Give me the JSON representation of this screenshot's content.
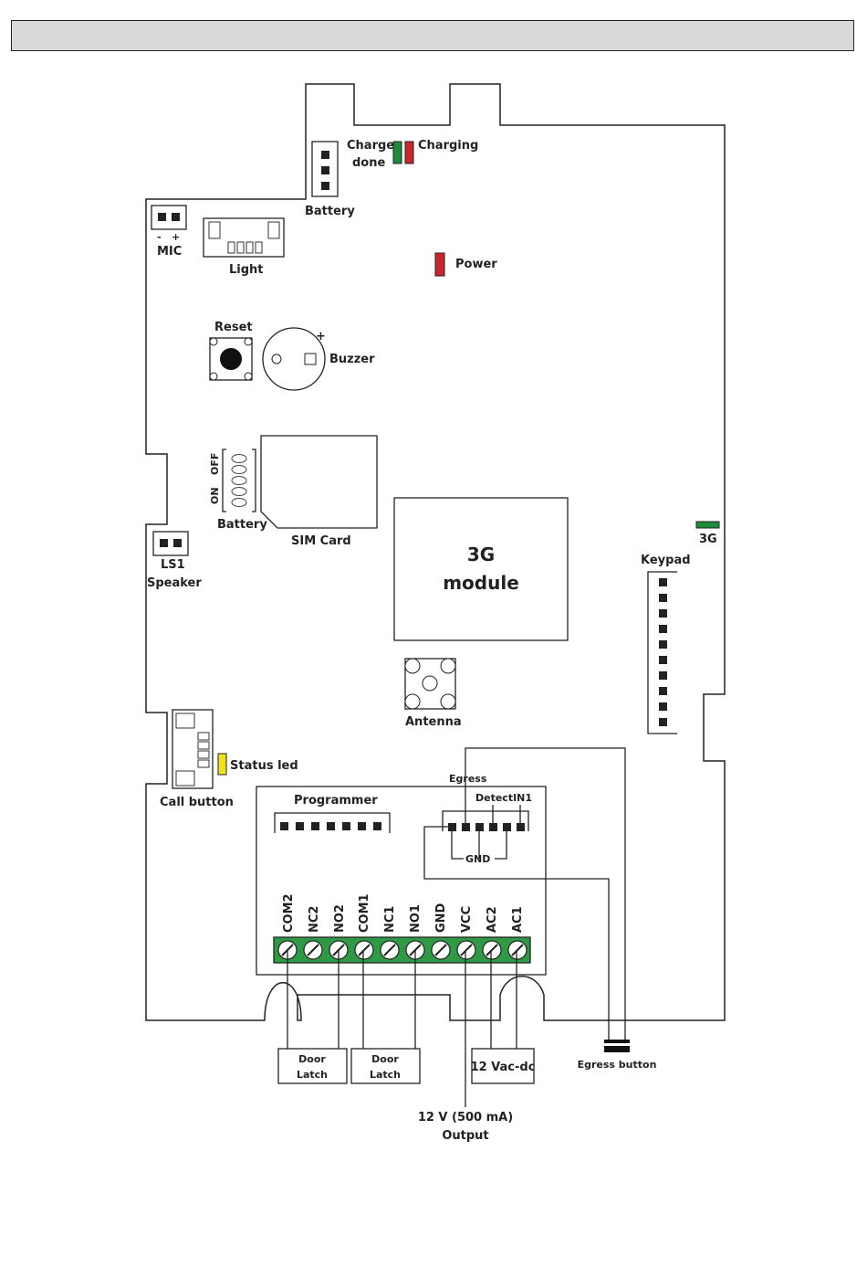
{
  "colors": {
    "led_green": "#1e8a3c",
    "led_red": "#c8262c",
    "led_yellow": "#f2e21a",
    "terminal_green": "#2e9a46",
    "header_bar": "#d9d9d9"
  },
  "labels": {
    "charge_done_1": "Charge",
    "charge_done_2": "done",
    "charging": "Charging",
    "battery_top": "Battery",
    "mic": "MIC",
    "mic_minus": "-",
    "mic_plus": "+",
    "light": "Light",
    "power": "Power",
    "reset": "Reset",
    "buzzer": "Buzzer",
    "buzzer_plus": "+",
    "switch_on": "ON",
    "switch_off": "OFF",
    "battery_switch": "Battery",
    "sim_card": "SIM Card",
    "module_line1": "3G",
    "module_line2": "module",
    "led_3g": "3G",
    "keypad": "Keypad",
    "ls1": "LS1",
    "speaker": "Speaker",
    "antenna": "Antenna",
    "status_led": "Status led",
    "call_button": "Call button",
    "programmer": "Programmer",
    "egress": "Egress",
    "detect_in1": "DetectIN1",
    "gnd": "GND",
    "door_latch_1a": "Door",
    "door_latch_1b": "Latch",
    "door_latch_2a": "Door",
    "door_latch_2b": "Latch",
    "power_input": "12 Vac-dc",
    "output_1": "12 V (500 mA)",
    "output_2": "Output",
    "egress_button": "Egress button"
  },
  "terminals": [
    "COM2",
    "NC2",
    "NO2",
    "COM1",
    "NC1",
    "NO1",
    "GND",
    "VCC",
    "AC2",
    "AC1"
  ]
}
